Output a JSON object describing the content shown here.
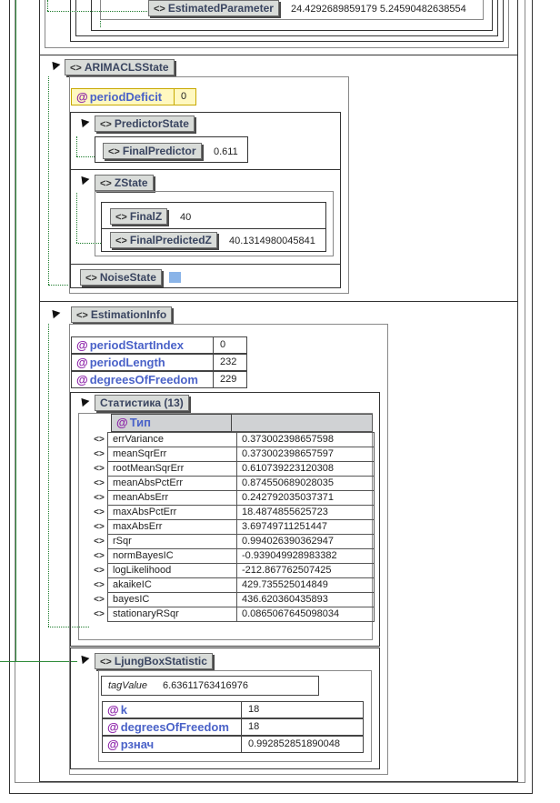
{
  "top": {
    "estimated_parameter_label": "EstimatedParameter",
    "estimated_parameter_value": "24.4292689859179 5.24590482638554"
  },
  "arimacls_state": {
    "label": "ARIMACLSState",
    "period_deficit": {
      "name": "periodDeficit",
      "value": "0"
    },
    "predictor_state": {
      "label": "PredictorState",
      "final_predictor_label": "FinalPredictor",
      "final_predictor_value": "0.611"
    },
    "z_state": {
      "label": "ZState",
      "final_z_label": "FinalZ",
      "final_z_value": "40",
      "final_predicted_z_label": "FinalPredictedZ",
      "final_predicted_z_value": "40.1314980045841"
    },
    "noise_state": {
      "label": "NoiseState"
    }
  },
  "estimation_info": {
    "label": "EstimationInfo",
    "attributes": [
      {
        "name": "periodStartIndex",
        "value": "0"
      },
      {
        "name": "periodLength",
        "value": "232"
      },
      {
        "name": "degreesOfFreedom",
        "value": "229"
      }
    ],
    "statistics": {
      "label": "Статистика (13)",
      "type_header": "Тип",
      "rows": [
        {
          "name": "errVariance",
          "value": "0.373002398657598"
        },
        {
          "name": "meanSqrErr",
          "value": "0.373002398657597"
        },
        {
          "name": "rootMeanSqrErr",
          "value": "0.610739223120308"
        },
        {
          "name": "meanAbsPctErr",
          "value": "0.874550689028035"
        },
        {
          "name": "meanAbsErr",
          "value": "0.242792035037371"
        },
        {
          "name": "maxAbsPctErr",
          "value": "18.4874855625723"
        },
        {
          "name": "maxAbsErr",
          "value": "3.69749711251447"
        },
        {
          "name": "rSqr",
          "value": "0.994026390362947"
        },
        {
          "name": "normBayesIC",
          "value": "-0.939049928983382"
        },
        {
          "name": "logLikelihood",
          "value": "-212.867762507425"
        },
        {
          "name": "akaikeIC",
          "value": "429.735525014849"
        },
        {
          "name": "bayesIC",
          "value": "436.620360435893"
        },
        {
          "name": "stationaryRSqr",
          "value": "0.0865067645098034"
        }
      ]
    },
    "ljung_box": {
      "label": "LjungBoxStatistic",
      "tag_value_label": "tagValue",
      "tag_value": "6.63611763416976",
      "attributes": [
        {
          "name": "k",
          "value": "18"
        },
        {
          "name": "degreesOfFreedom",
          "value": "18"
        },
        {
          "name": "рзнач",
          "value": "0.992852851890048"
        }
      ]
    }
  }
}
